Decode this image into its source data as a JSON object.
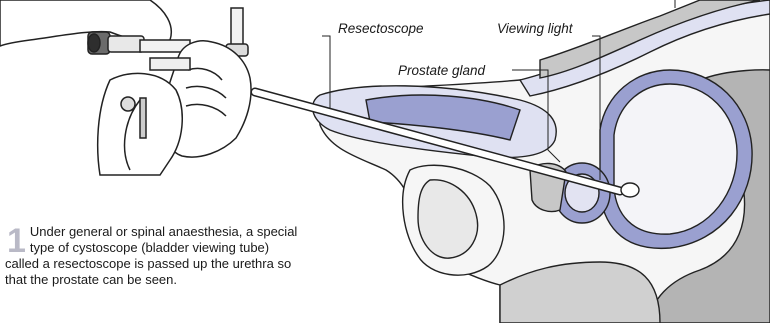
{
  "labels": {
    "resectoscope": "Resectoscope",
    "viewing_light": "Viewing light",
    "prostate_gland": "Prostate gland"
  },
  "caption": {
    "step_number": "1",
    "text": "Under general or spinal anaesthesia, a special type of cystoscope (bladder viewing tube) called a resectoscope is passed up the urethra so that the prostate can be seen."
  },
  "colors": {
    "organ_fill": "#9aa0d0",
    "organ_light": "#dfe1f2",
    "tissue_grey": "#c7c7c7",
    "dark_grey": "#9b9b9b",
    "outline": "#222222"
  }
}
